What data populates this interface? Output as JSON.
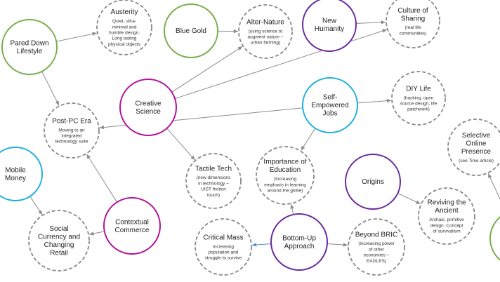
{
  "colors": {
    "green": "#79ad4d",
    "magenta": "#b0169a",
    "purple": "#6a2b9c",
    "cyan": "#1eb0de",
    "dashed_gray": "#888888",
    "edge_gray": "#8c8c8c",
    "edge_blue": "#5b8fc7"
  },
  "nodes": [
    {
      "id": "pared-down",
      "title": [
        "Pared Down",
        "Lifestyle"
      ],
      "desc": [],
      "style": "green"
    },
    {
      "id": "austerity",
      "title": [
        "Austerity"
      ],
      "desc": [
        "Quiet, ultra-",
        "minimal and",
        "humble design.",
        "Long lasting",
        "physical objects"
      ],
      "style": "dashed"
    },
    {
      "id": "blue-gold",
      "title": [
        "Blue Gold"
      ],
      "desc": [],
      "style": "green"
    },
    {
      "id": "alter-nature",
      "title": [
        "Alter-Nature"
      ],
      "desc": [
        "(using science to",
        "augment nature –",
        "urban farming)"
      ],
      "style": "dashed"
    },
    {
      "id": "new-humanity",
      "title": [
        "New",
        "Humanity"
      ],
      "desc": [],
      "style": "purple"
    },
    {
      "id": "culture-sharing",
      "title": [
        "Culture of",
        "Sharing"
      ],
      "desc": [
        "(real life",
        "communities)"
      ],
      "style": "dashed"
    },
    {
      "id": "creative-science",
      "title": [
        "Creative",
        "Science"
      ],
      "desc": [],
      "style": "magenta"
    },
    {
      "id": "self-empowered",
      "title": [
        "Self-",
        "Empowered",
        "Jobs"
      ],
      "desc": [],
      "style": "cyan"
    },
    {
      "id": "diy-life",
      "title": [
        "DIY Life"
      ],
      "desc": [
        "(hacking, open",
        "source design, life",
        "patchwork)"
      ],
      "style": "dashed"
    },
    {
      "id": "post-pc",
      "title": [
        "Post-PC Era"
      ],
      "desc": [
        "Moving to an",
        "integrated",
        "technology suite"
      ],
      "style": "dashed"
    },
    {
      "id": "selective-online",
      "title": [
        "Selective",
        "Online",
        "Presence"
      ],
      "desc": [
        "(see Time article)"
      ],
      "style": "dashed"
    },
    {
      "id": "mobile-money",
      "title": [
        "Mobile",
        "Money"
      ],
      "desc": [],
      "style": "cyan"
    },
    {
      "id": "tactile-tech",
      "title": [
        "Tactile Tech"
      ],
      "desc": [
        "(new dimensions",
        "in technology –",
        "UIST friction",
        "touch)"
      ],
      "style": "dashed"
    },
    {
      "id": "importance-education",
      "title": [
        "Importance of",
        "Education"
      ],
      "desc": [
        "(Increasing",
        "emphasis in learning",
        "around the globe)"
      ],
      "style": "dashed"
    },
    {
      "id": "origins",
      "title": [
        "Origins"
      ],
      "desc": [],
      "style": "purple"
    },
    {
      "id": "contextual-commerce",
      "title": [
        "Contextual",
        "Commerce"
      ],
      "desc": [],
      "style": "magenta"
    },
    {
      "id": "social-currency",
      "title": [
        "Social",
        "Currency and",
        "Changing",
        "Retail"
      ],
      "desc": [],
      "style": "dashed"
    },
    {
      "id": "reviving-ancient",
      "title": [
        "Reviving the",
        "Ancient"
      ],
      "desc": [
        "Archaic, primitive",
        "design.  Concept",
        "of survivalism"
      ],
      "style": "dashed"
    },
    {
      "id": "critical-mass",
      "title": [
        "Critical Mass"
      ],
      "desc": [
        "Increasing",
        "population and",
        "struggle to survive"
      ],
      "style": "dashed"
    },
    {
      "id": "bottom-up",
      "title": [
        "Bottom-Up",
        "Approach"
      ],
      "desc": [],
      "style": "purple"
    },
    {
      "id": "beyond-bric",
      "title": [
        "Beyond BRIC"
      ],
      "desc": [
        "(increasing power",
        "of other",
        "economies –",
        "EAGLES)"
      ],
      "style": "dashed"
    },
    {
      "id": "partial-green",
      "title": [],
      "desc": [],
      "style": "green"
    }
  ],
  "edges": [
    {
      "from": "pared-down",
      "to": "austerity",
      "color": "gray"
    },
    {
      "from": "blue-gold",
      "to": "alter-nature",
      "color": "gray"
    },
    {
      "from": "new-humanity",
      "to": "culture-sharing",
      "color": "gray"
    },
    {
      "from": "pared-down",
      "to": "post-pc",
      "color": "gray"
    },
    {
      "from": "creative-science",
      "to": "alter-nature",
      "color": "gray"
    },
    {
      "from": "creative-science",
      "to": "culture-sharing",
      "color": "gray"
    },
    {
      "from": "creative-science",
      "to": "tactile-tech",
      "color": "gray"
    },
    {
      "from": "self-empowered",
      "to": "diy-life",
      "color": "gray"
    },
    {
      "from": "self-empowered",
      "to": "post-pc",
      "color": "gray"
    },
    {
      "from": "self-empowered",
      "to": "importance-education",
      "color": "gray"
    },
    {
      "from": "contextual-commerce",
      "to": "post-pc",
      "color": "gray"
    },
    {
      "from": "contextual-commerce",
      "to": "social-currency",
      "color": "gray"
    },
    {
      "from": "mobile-money",
      "to": "social-currency",
      "color": "gray"
    },
    {
      "from": "origins",
      "to": "reviving-ancient",
      "color": "gray"
    },
    {
      "from": "bottom-up",
      "to": "importance-education",
      "color": "gray"
    },
    {
      "from": "bottom-up",
      "to": "beyond-bric",
      "color": "gray"
    },
    {
      "from": "bottom-up",
      "to": "critical-mass",
      "color": "blue"
    },
    {
      "from": "partial-green",
      "to": "selective-online",
      "color": "gray"
    }
  ]
}
